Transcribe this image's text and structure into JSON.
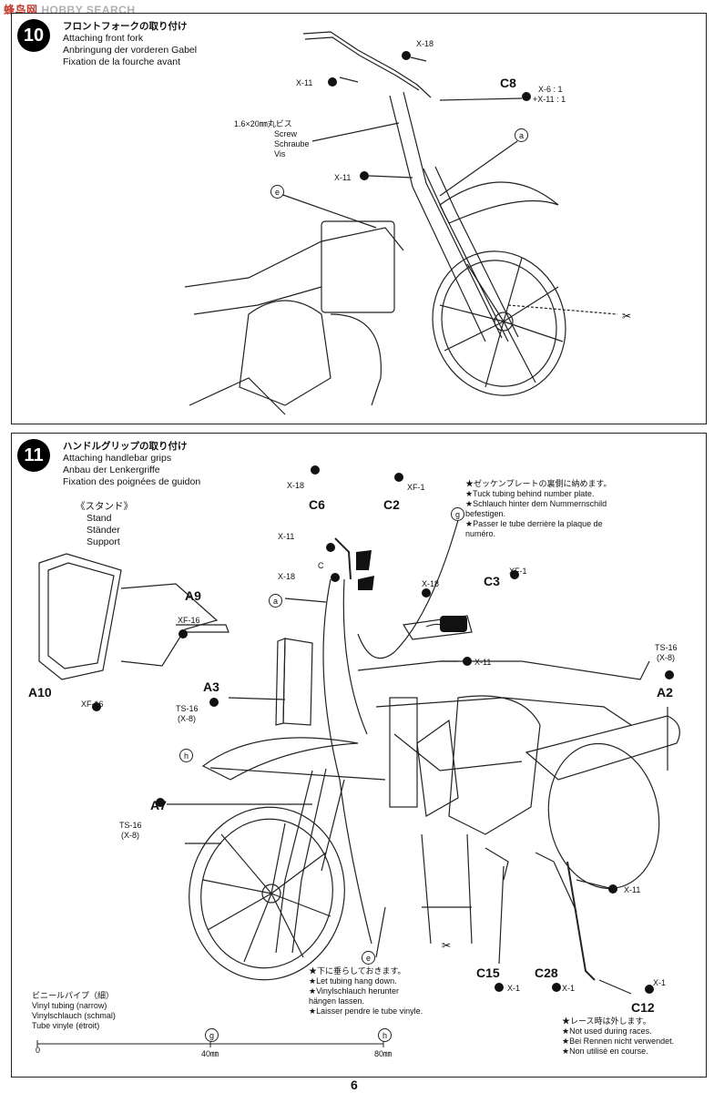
{
  "watermark": {
    "cn": "蜂鸟网",
    "en": "HOBBY SEARCH"
  },
  "step10": {
    "number": "10",
    "title": [
      "フロントフォークの取り付け",
      "Attaching front fork",
      "Anbringung der vorderen Gabel",
      "Fixation de la fourche avant"
    ],
    "screw": [
      "1.6×20㎜丸ビス",
      "Screw",
      "Schraube",
      "Vis"
    ],
    "parts": {
      "x18": "X-18",
      "x11a": "X-11",
      "x11b": "X-11",
      "c8": "C8",
      "c8_note1": "X-6 : 1",
      "c8_note2": "+X-11 : 1"
    },
    "markers": {
      "a": "a",
      "e": "e"
    }
  },
  "step11": {
    "number": "11",
    "title": [
      "ハンドルグリップの取り付け",
      "Attaching handlebar grips",
      "Anbau der Lenkergriffe",
      "Fixation des poignées de guidon"
    ],
    "stand": [
      "《スタンド》",
      "Stand",
      "Ständer",
      "Support"
    ],
    "tuck_note": [
      "★ゼッケンプレートの裏側に納めます。",
      "★Tuck tubing behind number plate.",
      "★Schlauch hinter dem Nummernschild",
      "  befestigen.",
      "★Passer le tube derrière la plaque de",
      "  numéro."
    ],
    "hang_note": [
      "★下に垂らしておきます。",
      "★Let tubing hang down.",
      "★Vinylschlauch herunter",
      "  hängen lassen.",
      "★Laisser pendre le tube vinyle."
    ],
    "race_note": [
      "★レース時は外します。",
      "★Not used during races.",
      "★Bei Rennen nicht verwendet.",
      "★Non utilisé en course."
    ],
    "tubing": [
      "ビニールパイプ（細）",
      "Vinyl tubing (narrow)",
      "Vinylschlauch (schmal)",
      "Tube vinyle (étroit)"
    ],
    "scale": {
      "zero": "0",
      "g": "g",
      "g_len": "40㎜",
      "h": "h",
      "h_len": "80㎜"
    },
    "parts": {
      "x18a": "X-18",
      "c6": "C6",
      "xf1a": "XF-1",
      "c2": "C2",
      "x11a": "X-11",
      "x18b": "X-18",
      "c_small": "C",
      "x18c": "X-18",
      "c3": "C3",
      "xf1b": "XF-1",
      "x11b": "X-11",
      "a9": "A9",
      "xf16a": "XF-16",
      "a10": "A10",
      "xf16b": "XF-16",
      "a3": "A3",
      "ts16a": "TS-16",
      "x8a": "(X-8)",
      "a7": "A7",
      "ts16b": "TS-16",
      "x8b": "(X-8)",
      "ts16c": "TS-16",
      "x8c": "(X-8)",
      "a2": "A2",
      "x11c": "X-11",
      "c15": "C15",
      "x1a": "X-1",
      "c28": "C28",
      "x1b": "X-1",
      "x1c": "X-1",
      "c12": "C12"
    },
    "markers": {
      "g": "g",
      "a": "a",
      "h": "h",
      "e": "e"
    }
  },
  "page_number": "6"
}
